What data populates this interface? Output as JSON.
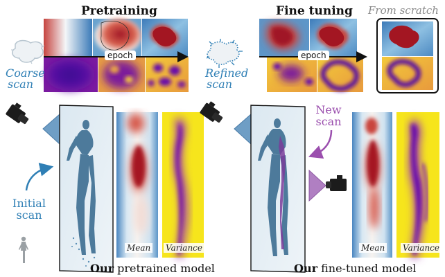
{
  "headings": {
    "pretraining": "Pretraining",
    "fine_tuning": "Fine tuning",
    "from_scratch": "From scratch"
  },
  "labels": {
    "epoch_1": "epoch",
    "epoch_2": "epoch",
    "coarse_scan_line1": "Coarse",
    "coarse_scan_line2": "scan",
    "refined_scan_line1": "Refined",
    "refined_scan_line2": "scan",
    "new_scan_line1": "New",
    "new_scan_line2": "scan",
    "initial_scan_line1": "Initial",
    "initial_scan_line2": "scan",
    "mean_1": "Mean",
    "variance_1": "Variance",
    "mean_2": "Mean",
    "variance_2": "Variance"
  },
  "captions": {
    "left_bold": "Our",
    "left_rest": " pretrained model",
    "right_bold": "Our",
    "right_rest": " fine-tuned model"
  },
  "colors": {
    "mean_blue": "#2f6fb0",
    "mean_white": "#f4f6f8",
    "mean_red": "#b2182b",
    "variance_yellow": "#f6e51c",
    "variance_orange": "#e9883a",
    "variance_purple": "#6a0fa8",
    "scan_blue": "#2f7fb5",
    "new_scan_purple": "#9b4fae"
  },
  "icons": [
    "camera-icon",
    "person-icon",
    "arrow-icon"
  ]
}
